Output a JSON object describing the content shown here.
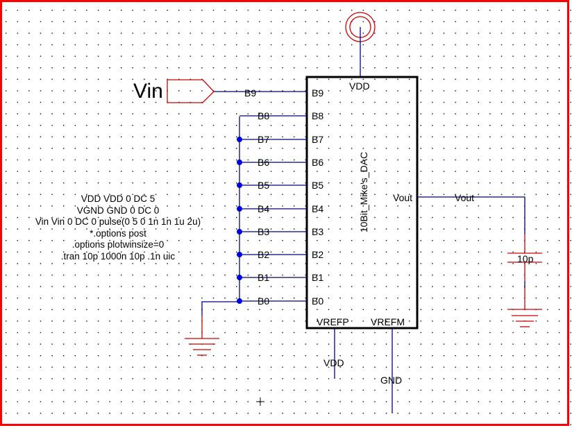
{
  "schematic": {
    "border_color": "#ff0000",
    "wire_color": "#000080",
    "junction_color": "#0000ff",
    "symbol_color": "#cc0000",
    "block": {
      "title": "10Bit_Mike's_DAC",
      "top_pin": "VDD",
      "left_pins": [
        "B9",
        "B8",
        "B7",
        "B6",
        "B5",
        "B4",
        "B3",
        "B2",
        "B1",
        "B0"
      ],
      "right_pin": "Vout",
      "bottom_pins": [
        "VREFP",
        "VREFM"
      ]
    },
    "input_port": {
      "label": "Vin",
      "icon": "input-port-icon"
    },
    "net_labels": {
      "bits": [
        "B9",
        "B8",
        "B7",
        "B6",
        "B5",
        "B4",
        "B3",
        "B2",
        "B1",
        "B0"
      ],
      "vout": "Vout",
      "vrefp_net": "VDD",
      "vrefm_net": "GND"
    },
    "capacitor": {
      "value": "10p",
      "icon": "capacitor-icon"
    },
    "power_symbol": {
      "icon": "vdd-supply-icon"
    },
    "ground_symbols": [
      "ground-icon",
      "ground-icon"
    ],
    "spice_directives": [
      "VDD VDD 0 DC 5",
      "VGND GND 0 DC 0",
      "Vin Vin 0 DC 0 pulse(0 5 0 1n 1n 1u 2u)",
      "*.options post",
      ".options plotwinsize=0",
      ".tran 10p 1000n 10p .1n uic"
    ]
  }
}
